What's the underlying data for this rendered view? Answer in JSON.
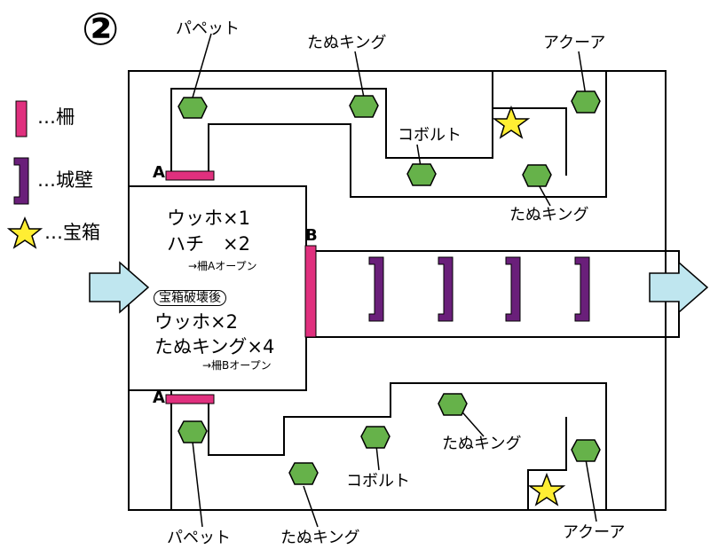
{
  "stage_number": "②",
  "legend": {
    "fence": "…柵",
    "wall": "…城壁",
    "chest": "…宝箱"
  },
  "gate_labels": {
    "a": "A",
    "b": "B"
  },
  "central_room": {
    "wave1": [
      "ウッホ×1",
      "ハチ　×2"
    ],
    "wave1_note": "→柵Aオープン",
    "badge": "宝箱破壊後",
    "wave2": [
      "ウッホ×2",
      "たぬキング×4"
    ],
    "wave2_note": "→柵Bオープン"
  },
  "enemy_labels": {
    "top_puppet": "パペット",
    "top_tanuki_1": "たぬキング",
    "top_aqua": "アクーア",
    "top_kobold": "コボルト",
    "top_tanuki_2": "たぬキング",
    "bottom_tanuki_1": "たぬキング",
    "bottom_kobold": "コボルト",
    "bottom_puppet": "パペット",
    "bottom_tanuki_2": "たぬキング",
    "bottom_aqua": "アクーア"
  },
  "colors": {
    "fence": "#e0307e",
    "wall": "#6a1f7a",
    "chest": "#ffee33",
    "enemy": "#66b24a",
    "arrow": "#bfe6ef"
  }
}
